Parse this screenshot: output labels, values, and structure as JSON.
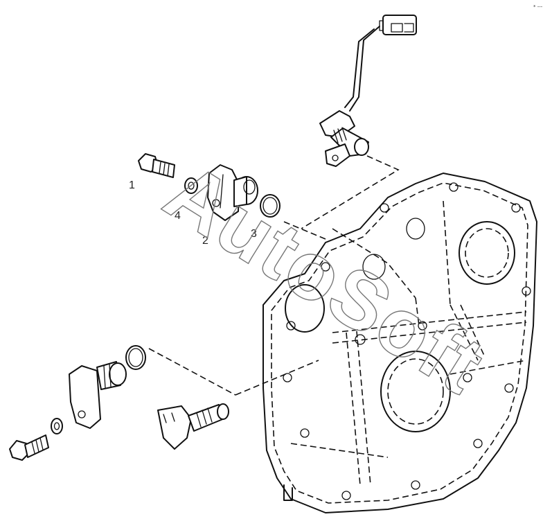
{
  "callouts": [
    "1",
    "2",
    "3",
    "4"
  ],
  "watermark": "AutoSoft",
  "corner_mark": "* ---",
  "colors": {
    "line": "#111111",
    "background": "#ffffff",
    "watermark": "#777777"
  }
}
